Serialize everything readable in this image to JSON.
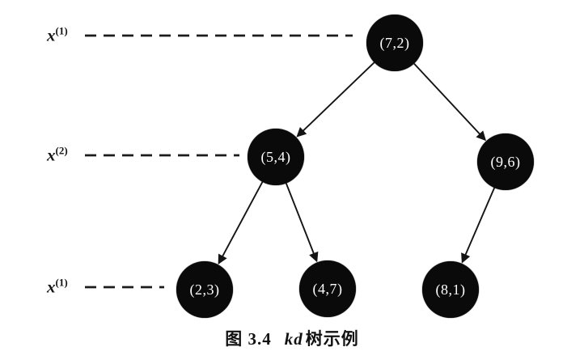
{
  "figure": {
    "caption": {
      "figure_label": "图 3.4",
      "title_italic": "kd",
      "title_rest": "树示例"
    },
    "axis_labels": [
      {
        "level": 1,
        "base": "x",
        "sup": "(1)"
      },
      {
        "level": 2,
        "base": "x",
        "sup": "(2)"
      },
      {
        "level": 3,
        "base": "x",
        "sup": "(1)"
      }
    ],
    "tree": {
      "nodes": [
        {
          "id": "root",
          "label": "(7,2)"
        },
        {
          "id": "l",
          "label": "(5,4)"
        },
        {
          "id": "r",
          "label": "(9,6)"
        },
        {
          "id": "ll",
          "label": "(2,3)"
        },
        {
          "id": "lr",
          "label": "(4,7)"
        },
        {
          "id": "rl",
          "label": "(8,1)"
        }
      ],
      "edges": [
        {
          "from": "root",
          "to": "l"
        },
        {
          "from": "root",
          "to": "r"
        },
        {
          "from": "l",
          "to": "ll"
        },
        {
          "from": "l",
          "to": "lr"
        },
        {
          "from": "r",
          "to": "rl"
        }
      ]
    },
    "colors": {
      "node_fill": "#0a0a0a",
      "node_text": "#ffffff",
      "line": "#141414",
      "background": "#ffffff"
    }
  }
}
